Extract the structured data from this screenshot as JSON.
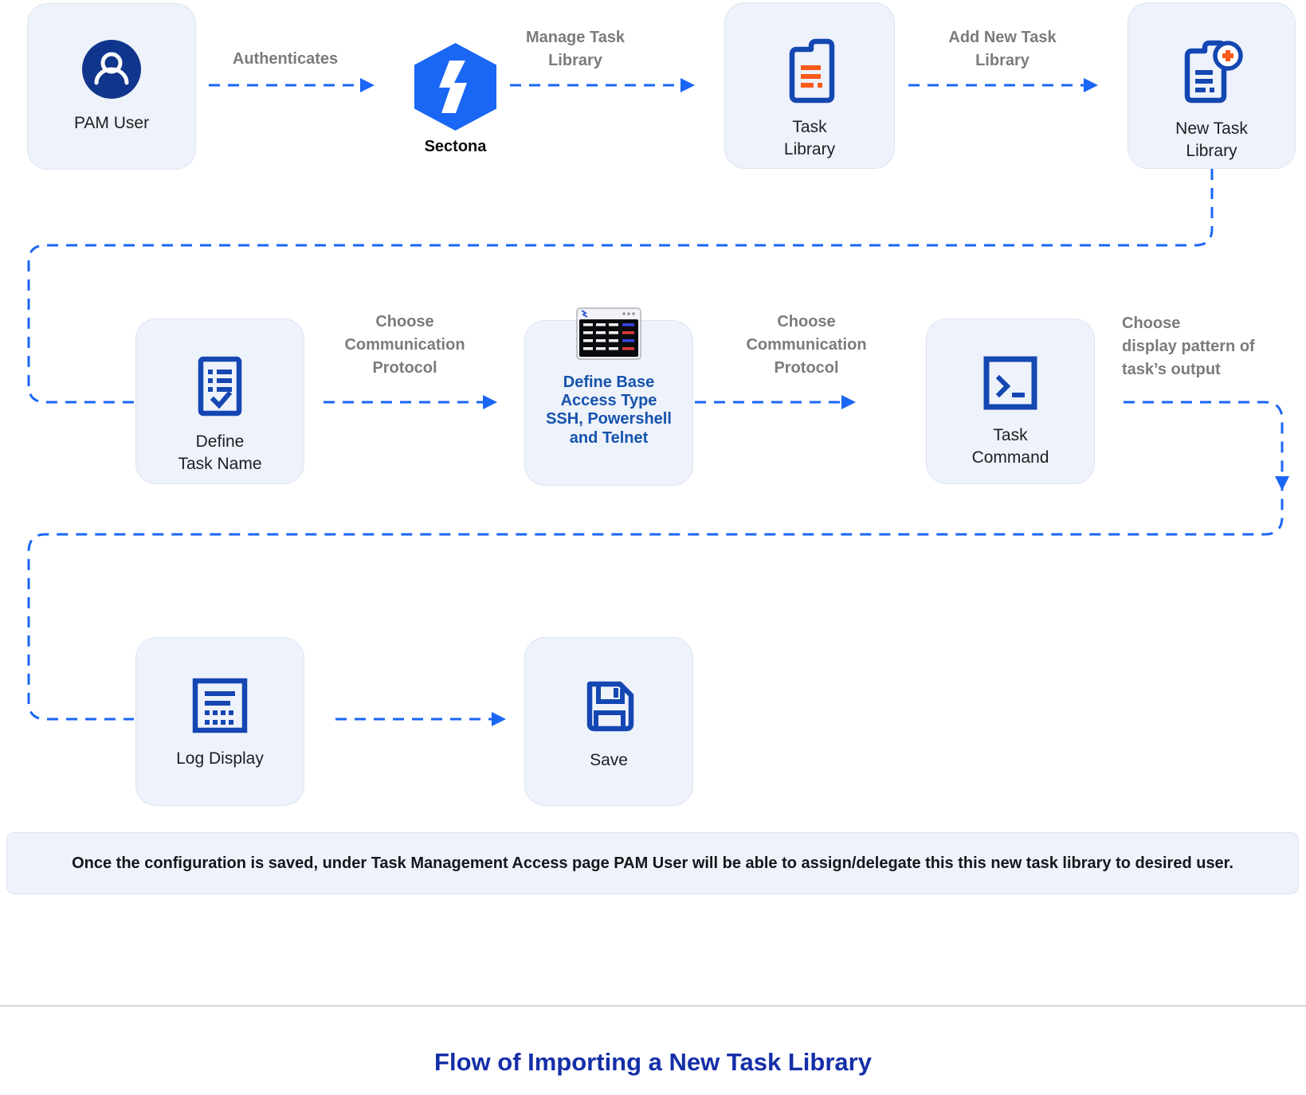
{
  "title": "Flow of Importing a New Task Library",
  "banner": {
    "text": "Once the configuration is saved, under Task Management Access page PAM User will be able to assign/delegate this this new task library to desired user."
  },
  "nodes": {
    "pam_user": {
      "label": "PAM User"
    },
    "sectona": {
      "label": "Sectona"
    },
    "task_library": {
      "label": "Task\nLibrary"
    },
    "new_task_library": {
      "label": "New Task\nLibrary"
    },
    "define_task_name": {
      "label": "Define\nTask Name"
    },
    "define_base_access": {
      "label": "Define Base\nAccess Type\nSSH, Powershell\nand Telnet"
    },
    "task_command": {
      "label": "Task\nCommand"
    },
    "log_display": {
      "label": "Log Display"
    },
    "save": {
      "label": "Save"
    }
  },
  "edges": {
    "authenticates": {
      "label": "Authenticates"
    },
    "manage_task_library": {
      "label": "Manage Task\nLibrary"
    },
    "add_new_task_library": {
      "label": "Add New Task\nLibrary"
    },
    "choose_protocol_left": {
      "label": "Choose\nCommunication\nProtocol"
    },
    "choose_protocol_right": {
      "label": "Choose\nCommunication\nProtocol"
    },
    "choose_display_pattern": {
      "label": "Choose\ndisplay pattern of\ntask’s output"
    }
  },
  "colors": {
    "connector_blue": "#1A66F5",
    "icon_blue": "#1447B2",
    "person_navy": "#10358C",
    "accent_orange": "#FB5A1A",
    "node_background": "#EEF2FB",
    "title_blue": "#152FA8",
    "label_gray": "#7B7B7B"
  }
}
